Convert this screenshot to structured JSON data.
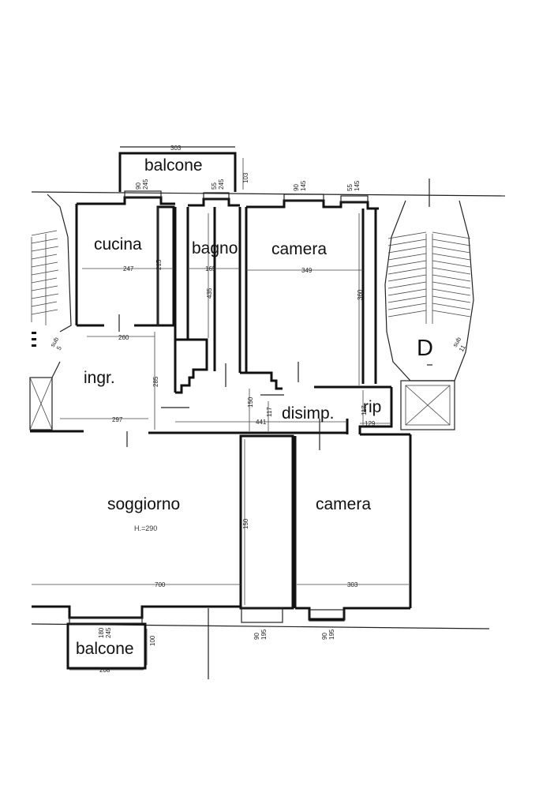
{
  "rooms": {
    "balcone_top": "balcone",
    "cucina": "cucina",
    "bagno": "bagno",
    "camera_top": "camera",
    "ingresso": "ingr.",
    "disimpegno": "disimp.",
    "ripostiglio": "rip",
    "soggiorno": "soggiorno",
    "soggiorno_height": "H.=290",
    "camera_bottom": "camera",
    "balcone_bottom": "balcone",
    "stair_label": "D"
  },
  "stair_tags": {
    "left": [
      "sub",
      "5"
    ],
    "right": [
      "sub",
      "11"
    ]
  },
  "dimensions": {
    "balcone_top_width": "303",
    "balcone_top_depth": "103",
    "win_cucina": [
      "90",
      "245"
    ],
    "win_bagno": [
      "55",
      "245"
    ],
    "win_camera_a": [
      "90",
      "145"
    ],
    "win_camera_b": [
      "55",
      "145"
    ],
    "cucina_width": "247",
    "cucina_depth": "215",
    "bagno_width": "165",
    "bagno_depth": "435",
    "camera_top_width": "349",
    "camera_top_depth": "360",
    "ingresso_width": "260",
    "ingresso_depth": "285",
    "corridor_width": "297",
    "disimp_width": "441",
    "disimp_h1": "150",
    "disimp_h2": "117",
    "rip_depth": "117",
    "rip_width": "129",
    "soggiorno_width": "700",
    "soggiorno_depth": "150",
    "camera_bottom_width": "303",
    "win_soggiorno": [
      "90",
      "195"
    ],
    "win_camera_bottom": [
      "90",
      "195"
    ],
    "win_balcone_bottom": [
      "180",
      "245"
    ],
    "balcone_bottom_width": "208",
    "balcone_bottom_depth": "100"
  }
}
